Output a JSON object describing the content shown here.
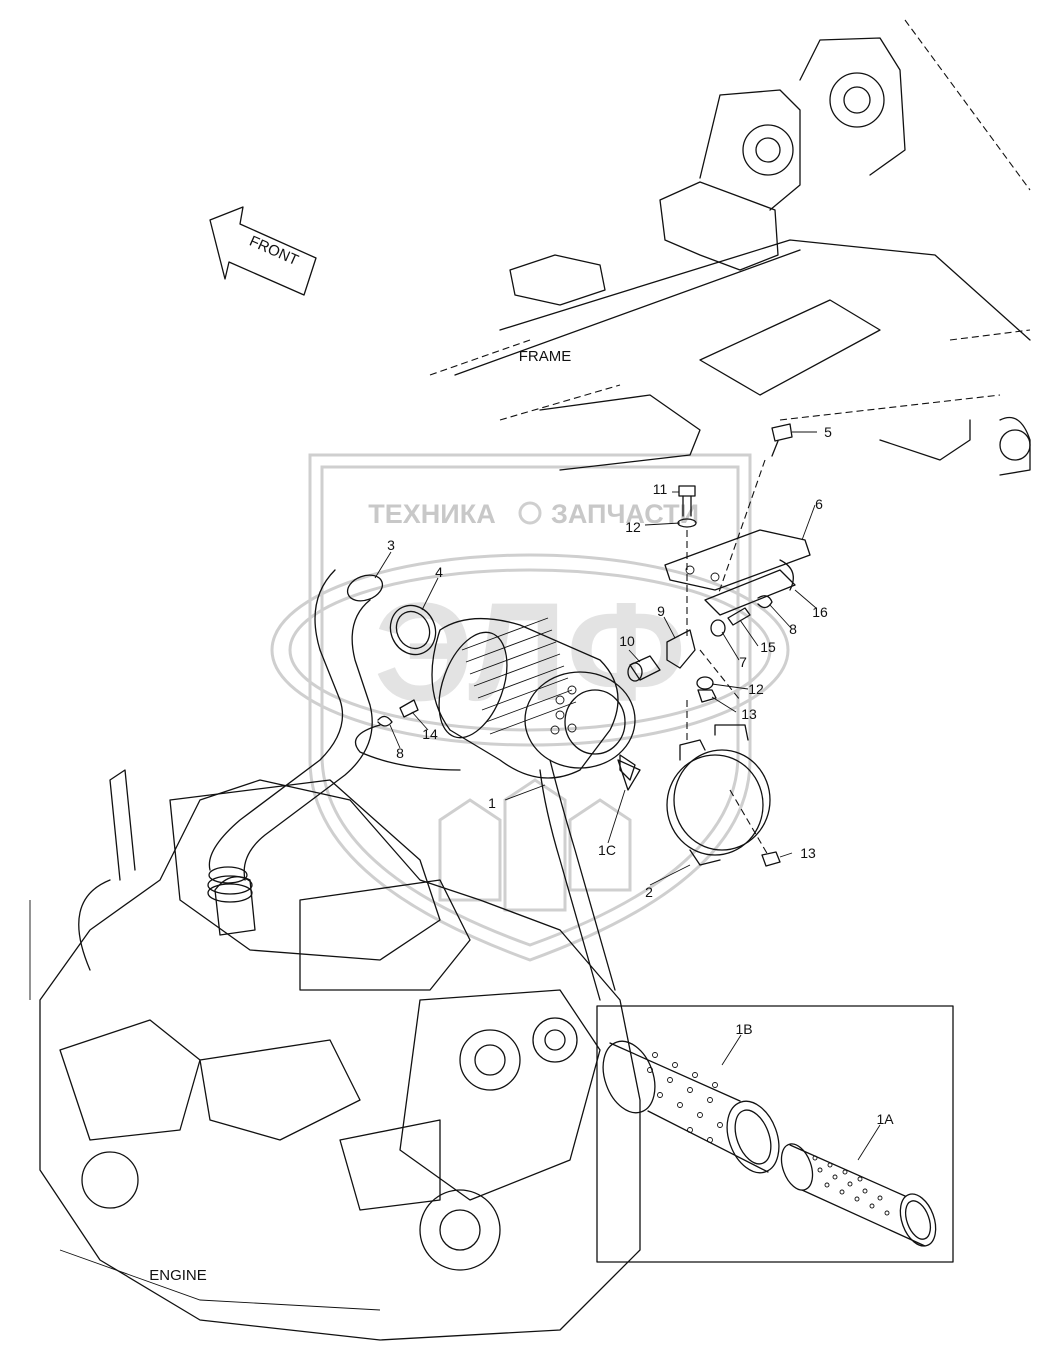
{
  "labels": {
    "front": "FRONT",
    "frame": "FRAME",
    "engine": "ENGINE"
  },
  "watermark": {
    "left": "ТЕХНИКА",
    "right": "ЗАПЧАСТИ",
    "logo": "ЭЛФ"
  },
  "callouts": {
    "c1": "1",
    "c1A": "1A",
    "c1B": "1B",
    "c1C": "1C",
    "c2": "2",
    "c3": "3",
    "c4": "4",
    "c5": "5",
    "c6": "6",
    "c7": "7",
    "c8a": "8",
    "c8b": "8",
    "c9": "9",
    "c10": "10",
    "c11": "11",
    "c12a": "12",
    "c12b": "12",
    "c13a": "13",
    "c13b": "13",
    "c14": "14",
    "c15": "15",
    "c16": "16"
  }
}
